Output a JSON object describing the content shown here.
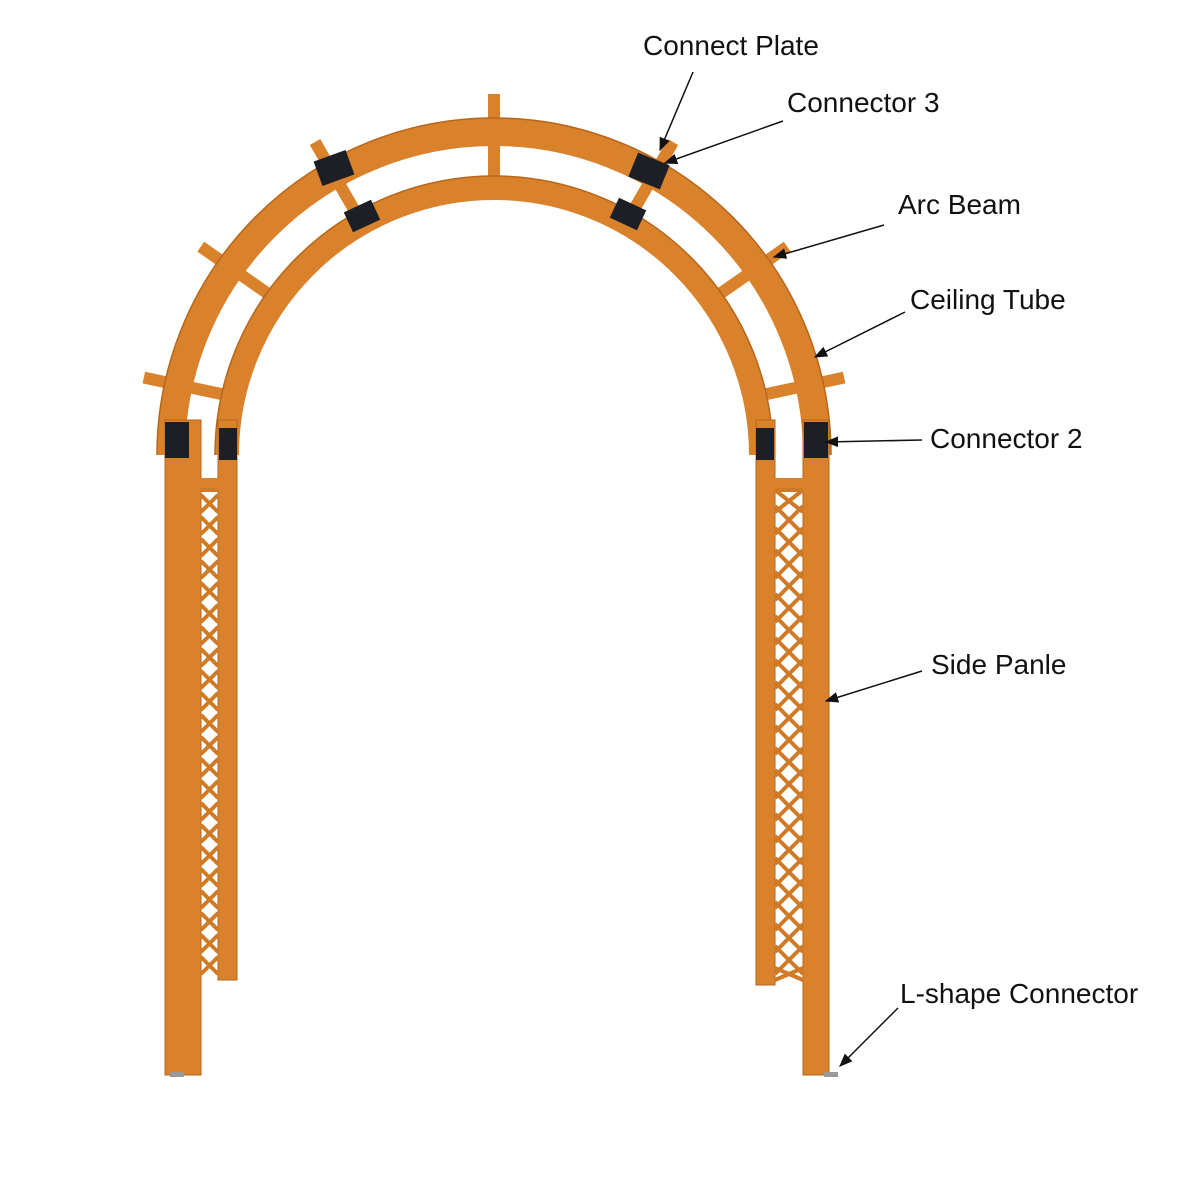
{
  "labels": {
    "connect_plate": "Connect Plate",
    "connector_3": "Connector 3",
    "arc_beam": "Arc Beam",
    "ceiling_tube": "Ceiling Tube",
    "connector_2": "Connector 2",
    "side_panel": "Side Panle",
    "l_shape_connector": "L-shape Connector"
  },
  "colors": {
    "wood": "#d9822b",
    "wood_dark": "#b8661c",
    "plate": "#1d1f26",
    "text": "#111111"
  }
}
